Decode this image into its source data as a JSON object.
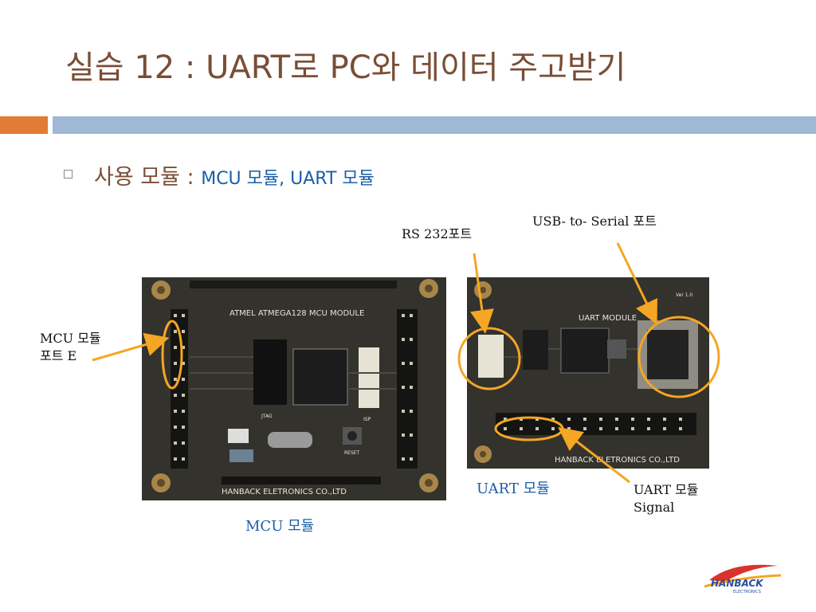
{
  "slide": {
    "title": "실습 12 : UART로 PC와 데이터 주고받기",
    "subtitle_lead": "사용 모듈 : ",
    "subtitle_rest": "MCU 모듈, UART 모듈"
  },
  "labels": {
    "rs232": "RS 232포트",
    "usb_serial": "USB- to- Serial 포트",
    "mcu_port_line1": "MCU 모듈",
    "mcu_port_line2": "포트 E",
    "uart_module": "UART 모듈",
    "uart_signal_line1": "UART 모듈",
    "uart_signal_line2": "Signal",
    "mcu_module": "MCU 모듈"
  },
  "boards": {
    "mcu_header": "ATMEL ATMEGA128 MCU MODULE",
    "mcu_footer": "HANBACK ELETRONICS CO.,LTD",
    "mcu_jtag": "JTAG",
    "mcu_isp": "ISP",
    "mcu_reset": "RESET",
    "uart_header": "UART MODULE",
    "uart_footer": "HANBACK ELETRONICS CO.,LTD",
    "uart_ver": "Ver 1.0"
  },
  "logo": {
    "text": "HANBACK",
    "subtext": "ELECTRONICS"
  },
  "colors": {
    "title": "#7a4d35",
    "accent_orange": "#e17b35",
    "accent_blue_bar": "#9eb8d6",
    "subtitle_blue": "#1a5ea8",
    "callout": "#f5a623"
  }
}
